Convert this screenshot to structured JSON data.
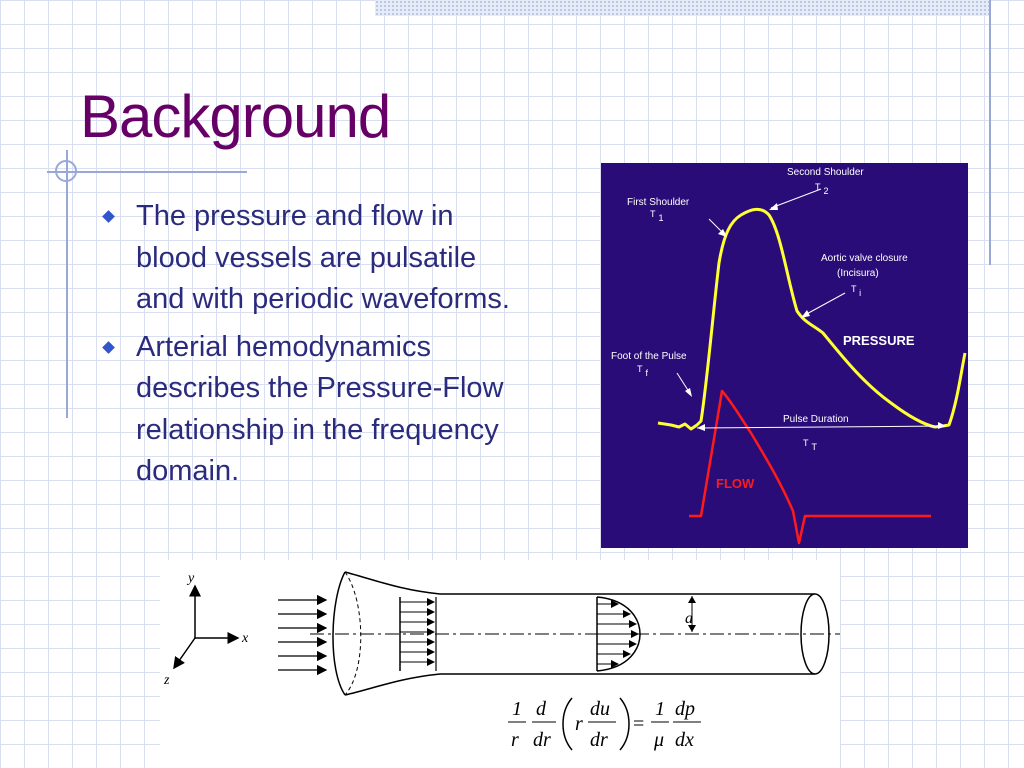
{
  "slide": {
    "title": "Background",
    "bullets": [
      "The pressure and flow in blood vessels are pulsatile and with periodic waveforms.",
      "Arterial hemodynamics describes the Pressure-Flow relationship in the frequency domain."
    ]
  },
  "pulse_figure": {
    "labels": {
      "second_shoulder": "Second Shoulder",
      "first_shoulder": "First Shoulder",
      "aortic_closure": "Aortic valve closure",
      "incisura": "(Incisura)",
      "foot_of_pulse": "Foot of the Pulse",
      "pulse_duration": "Pulse Duration",
      "pressure": "PRESSURE",
      "flow": "FLOW",
      "t_symbol": "T",
      "sub_2": "2",
      "sub_1": "1",
      "sub_i": "i",
      "sub_f": "f",
      "sub_T": "T"
    },
    "colors": {
      "background": "#2a0c78",
      "pressure": "#ffff33",
      "flow": "#ff1a1a",
      "text": "#ffffff"
    }
  },
  "tube_figure": {
    "axis_y": "y",
    "axis_x": "x",
    "axis_z": "z",
    "radius_label": "a",
    "eq": {
      "one": "1",
      "r": "r",
      "d": "d",
      "dr": "dr",
      "du": "du",
      "mu": "μ",
      "dp": "dp",
      "dx": "dx",
      "equals": "="
    }
  }
}
